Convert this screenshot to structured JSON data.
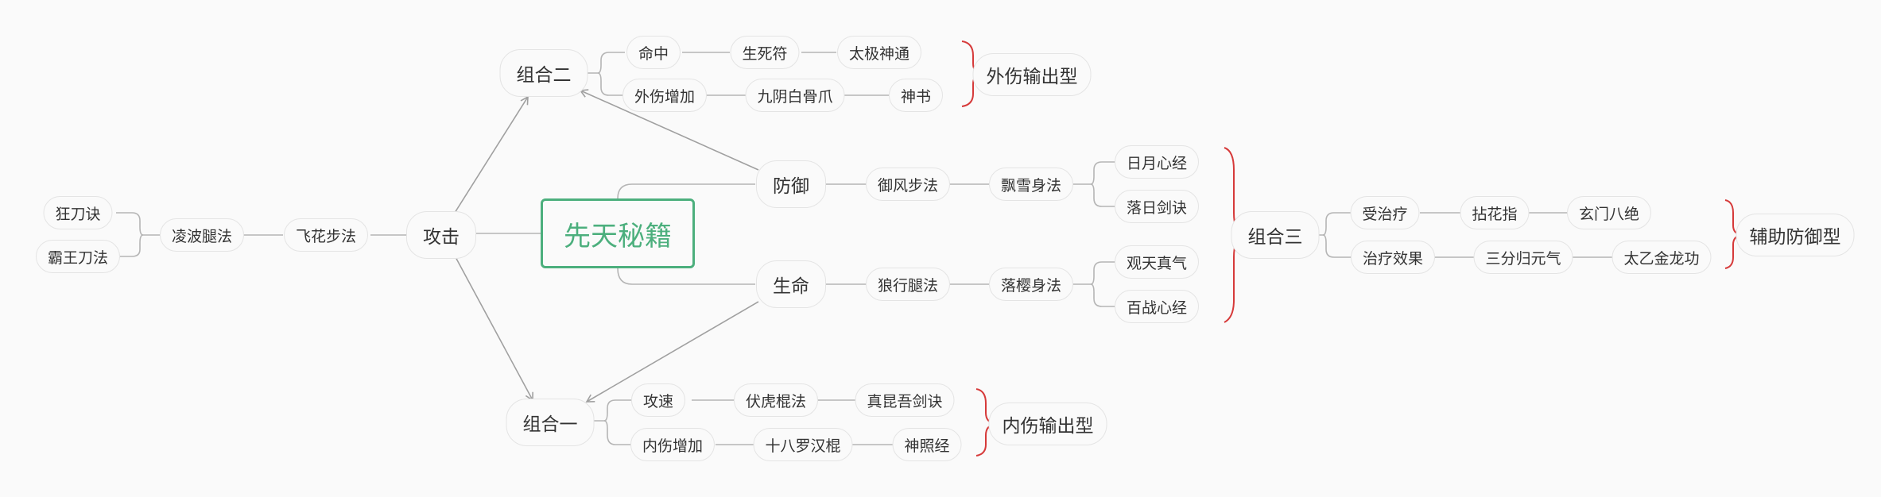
{
  "root": "先天秘籍",
  "branches": {
    "attack": "攻击",
    "defense": "防御",
    "life": "生命"
  },
  "attack_chain": {
    "feihua": "飞花步法",
    "lingbo": "凌波腿法",
    "kuangdao": "狂刀诀",
    "bawang": "霸王刀法"
  },
  "defense_chain": {
    "yufeng": "御风步法",
    "piaoxue": "飘雪身法",
    "riyue": "日月心经",
    "luori": "落日剑诀"
  },
  "life_chain": {
    "langxing": "狼行腿法",
    "luoying": "落樱身法",
    "guantian": "观天真气",
    "baizhan": "百战心经"
  },
  "combo_two": {
    "label": "组合二",
    "row1": [
      "命中",
      "生死符",
      "太极神通"
    ],
    "row2": [
      "外伤增加",
      "九阴白骨爪",
      "神书"
    ],
    "type": "外伤输出型"
  },
  "combo_one": {
    "label": "组合一",
    "row1": [
      "攻速",
      "伏虎棍法",
      "真昆吾剑诀"
    ],
    "row2": [
      "内伤增加",
      "十八罗汉棍",
      "神照经"
    ],
    "type": "内伤输出型"
  },
  "combo_three": {
    "label": "组合三",
    "row1": [
      "受治疗",
      "拈花指",
      "玄门八绝"
    ],
    "row2": [
      "治疗效果",
      "三分归元气",
      "太乙金龙功"
    ],
    "type": "辅助防御型"
  },
  "colors": {
    "root_accent": "#4caf7d",
    "brace": "#d63a3a",
    "line": "#b5b5b5"
  }
}
